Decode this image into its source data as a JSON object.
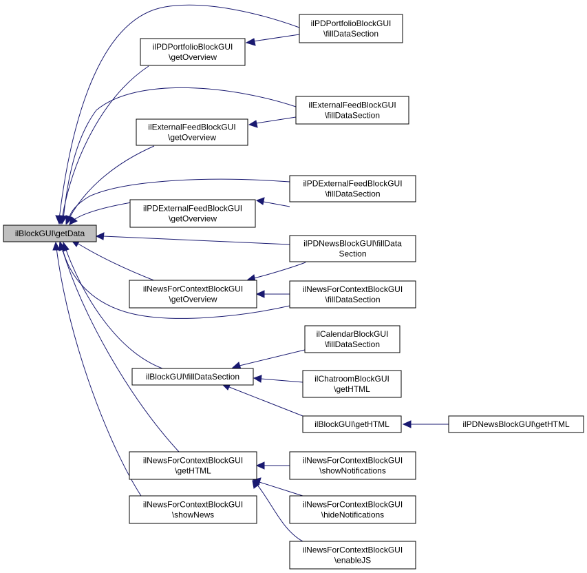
{
  "nodes": {
    "root": {
      "lines": [
        "ilBlockGUI\\getData"
      ]
    },
    "pdpGetOv": {
      "lines": [
        "ilPDPortfolioBlockGUI",
        "\\getOverview"
      ]
    },
    "pdpFill": {
      "lines": [
        "ilPDPortfolioBlockGUI",
        "\\fillDataSection"
      ]
    },
    "extGetOv": {
      "lines": [
        "ilExternalFeedBlockGUI",
        "\\getOverview"
      ]
    },
    "extFill": {
      "lines": [
        "ilExternalFeedBlockGUI",
        "\\fillDataSection"
      ]
    },
    "pdeGetOv": {
      "lines": [
        "ilPDExternalFeedBlockGUI",
        "\\getOverview"
      ]
    },
    "pdeFill": {
      "lines": [
        "ilPDExternalFeedBlockGUI",
        "\\fillDataSection"
      ]
    },
    "pdnFill": {
      "lines": [
        "ilPDNewsBlockGUI\\fillData",
        "Section"
      ]
    },
    "nfcGetOv": {
      "lines": [
        "ilNewsForContextBlockGUI",
        "\\getOverview"
      ]
    },
    "nfcFill": {
      "lines": [
        "ilNewsForContextBlockGUI",
        "\\fillDataSection"
      ]
    },
    "calFill": {
      "lines": [
        "ilCalendarBlockGUI",
        "\\fillDataSection"
      ]
    },
    "bgFill": {
      "lines": [
        "ilBlockGUI\\fillDataSection"
      ]
    },
    "chatHtml": {
      "lines": [
        "ilChatroomBlockGUI",
        "\\getHTML"
      ]
    },
    "bgHtml": {
      "lines": [
        "ilBlockGUI\\getHTML"
      ]
    },
    "pdnHtml": {
      "lines": [
        "ilPDNewsBlockGUI\\getHTML"
      ]
    },
    "nfcHtml": {
      "lines": [
        "ilNewsForContextBlockGUI",
        "\\getHTML"
      ]
    },
    "nfcShowN": {
      "lines": [
        "ilNewsForContextBlockGUI",
        "\\showNotifications"
      ]
    },
    "nfcNews": {
      "lines": [
        "ilNewsForContextBlockGUI",
        "\\showNews"
      ]
    },
    "nfcHideN": {
      "lines": [
        "ilNewsForContextBlockGUI",
        "\\hideNotifications"
      ]
    },
    "nfcJS": {
      "lines": [
        "ilNewsForContextBlockGUI",
        "\\enableJS"
      ]
    }
  },
  "edges": [
    {
      "from": "pdpFill",
      "to": "root"
    },
    {
      "from": "pdpGetOv",
      "to": "root"
    },
    {
      "from": "pdpFill",
      "to": "pdpGetOv"
    },
    {
      "from": "extFill",
      "to": "root"
    },
    {
      "from": "extGetOv",
      "to": "root"
    },
    {
      "from": "extFill",
      "to": "extGetOv"
    },
    {
      "from": "pdeFill",
      "to": "root"
    },
    {
      "from": "pdeGetOv",
      "to": "root"
    },
    {
      "from": "pdeFill",
      "to": "pdeGetOv"
    },
    {
      "from": "pdnFill",
      "to": "root"
    },
    {
      "from": "nfcGetOv",
      "to": "root"
    },
    {
      "from": "pdnFill",
      "to": "nfcGetOv"
    },
    {
      "from": "nfcFill",
      "to": "nfcGetOv"
    },
    {
      "from": "nfcFill",
      "to": "root"
    },
    {
      "from": "bgFill",
      "to": "root"
    },
    {
      "from": "calFill",
      "to": "bgFill"
    },
    {
      "from": "chatHtml",
      "to": "bgFill"
    },
    {
      "from": "bgHtml",
      "to": "bgFill"
    },
    {
      "from": "pdnHtml",
      "to": "bgHtml"
    },
    {
      "from": "nfcHtml",
      "to": "root"
    },
    {
      "from": "nfcShowN",
      "to": "nfcHtml"
    },
    {
      "from": "nfcHideN",
      "to": "nfcHtml"
    },
    {
      "from": "nfcJS",
      "to": "nfcHtml"
    },
    {
      "from": "nfcNews",
      "to": "root"
    }
  ],
  "colors": {
    "edge": "#191970",
    "root_fill": "#bfbfbf",
    "node_fill": "#ffffff",
    "border": "#000000"
  }
}
